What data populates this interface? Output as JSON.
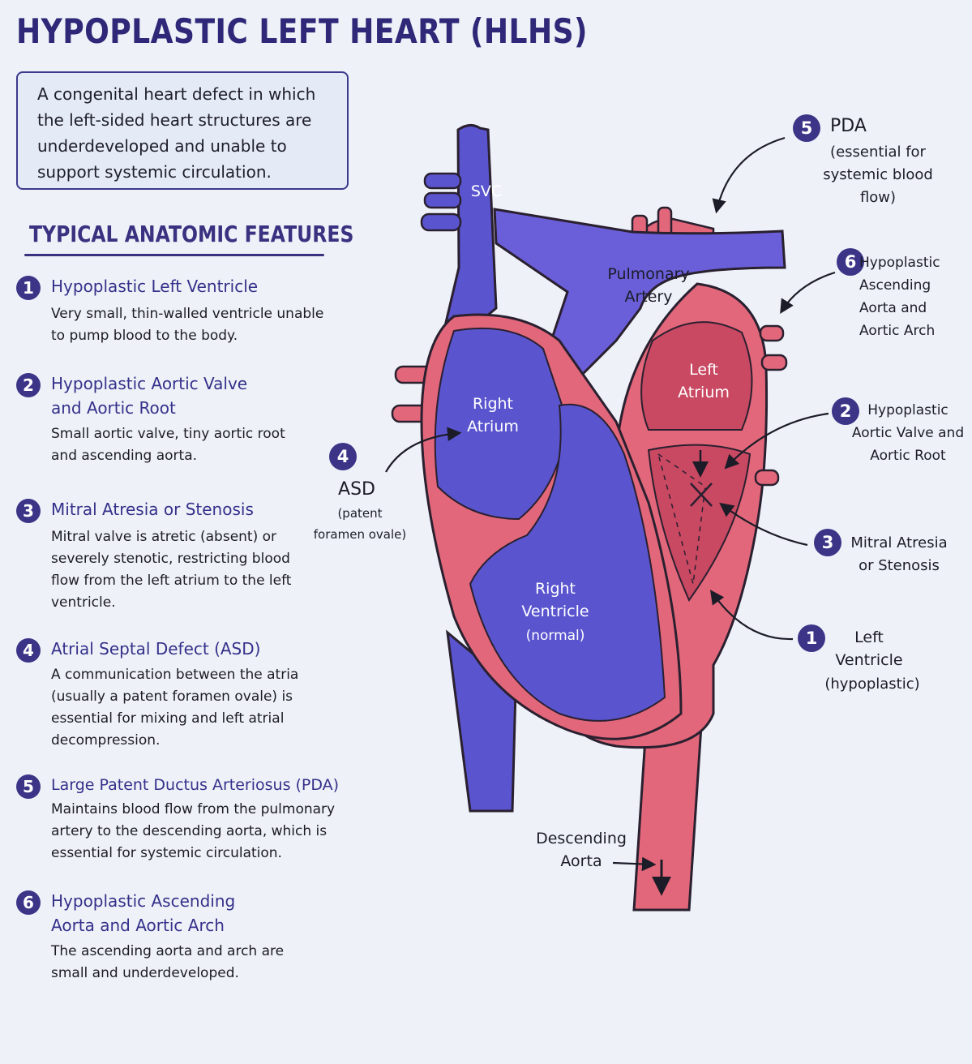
{
  "title": "HYPOPLASTIC LEFT HEART (HLHS)",
  "intro": "A congenital heart defect in which the left-sided heart structures are underdeveloped and unable to support systemic circulation.",
  "features_heading": "TYPICAL ANATOMIC FEATURES",
  "features": [
    {
      "num": "1",
      "title": "Hypoplastic Left Ventricle",
      "desc": "Very small, thin-walled ventricle unable to pump blood to the body."
    },
    {
      "num": "2",
      "title": "Hypoplastic Aortic Valve and Aortic Root",
      "desc": "Small aortic valve, tiny aortic root and ascending aorta."
    },
    {
      "num": "3",
      "title": "Mitral Atresia or Stenosis",
      "desc": "Mitral valve is atretic (absent) or severely stenotic, restricting blood flow from the left atrium to the left ventricle."
    },
    {
      "num": "4",
      "title": "Atrial Septal Defect (ASD)",
      "desc": "A communication between the atria (usually a patent foramen ovale) is essential for mixing and left atrial decompression."
    },
    {
      "num": "5",
      "title": "Large Patent Ductus Arteriosus (PDA)",
      "desc": "Maintains blood flow from the pulmonary artery to the descending aorta, which is essential for systemic circulation."
    },
    {
      "num": "6",
      "title": "Hypoplastic Ascending Aorta and Aortic Arch",
      "desc": "The ascending aorta and arch are small and underdeveloped."
    }
  ],
  "diagram_labels": {
    "svc": "SVC",
    "pulmonary_artery": "Pulmonary Artery",
    "right_atrium": "Right Atrium",
    "right_ventricle": "Right Ventricle",
    "right_ventricle_note": "(normal)",
    "left_atrium": "Left Atrium",
    "descending_aorta": "Descending Aorta"
  },
  "callouts": {
    "pda": {
      "num": "5",
      "title": "PDA",
      "note": "(essential for systemic blood flow)"
    },
    "aorta_arch": {
      "num": "6",
      "text": "Hypoplastic Ascending Aorta and Aortic Arch"
    },
    "aortic_valve": {
      "num": "2",
      "text": "Hypoplastic Aortic Valve and Aortic Root"
    },
    "mitral": {
      "num": "3",
      "text": "Mitral Atresia or Stenosis"
    },
    "left_ventricle": {
      "num": "1",
      "title": "Left Ventricle",
      "note": "(hypoplastic)"
    },
    "asd": {
      "num": "4",
      "title": "ASD",
      "note": "(patent foramen ovale)"
    }
  },
  "colors": {
    "title": "#2f2878",
    "deoxygenated": "#5a55cf",
    "oxygenated": "#e2677a",
    "number_badge": "#3b3487",
    "background": "#eef2f8"
  }
}
